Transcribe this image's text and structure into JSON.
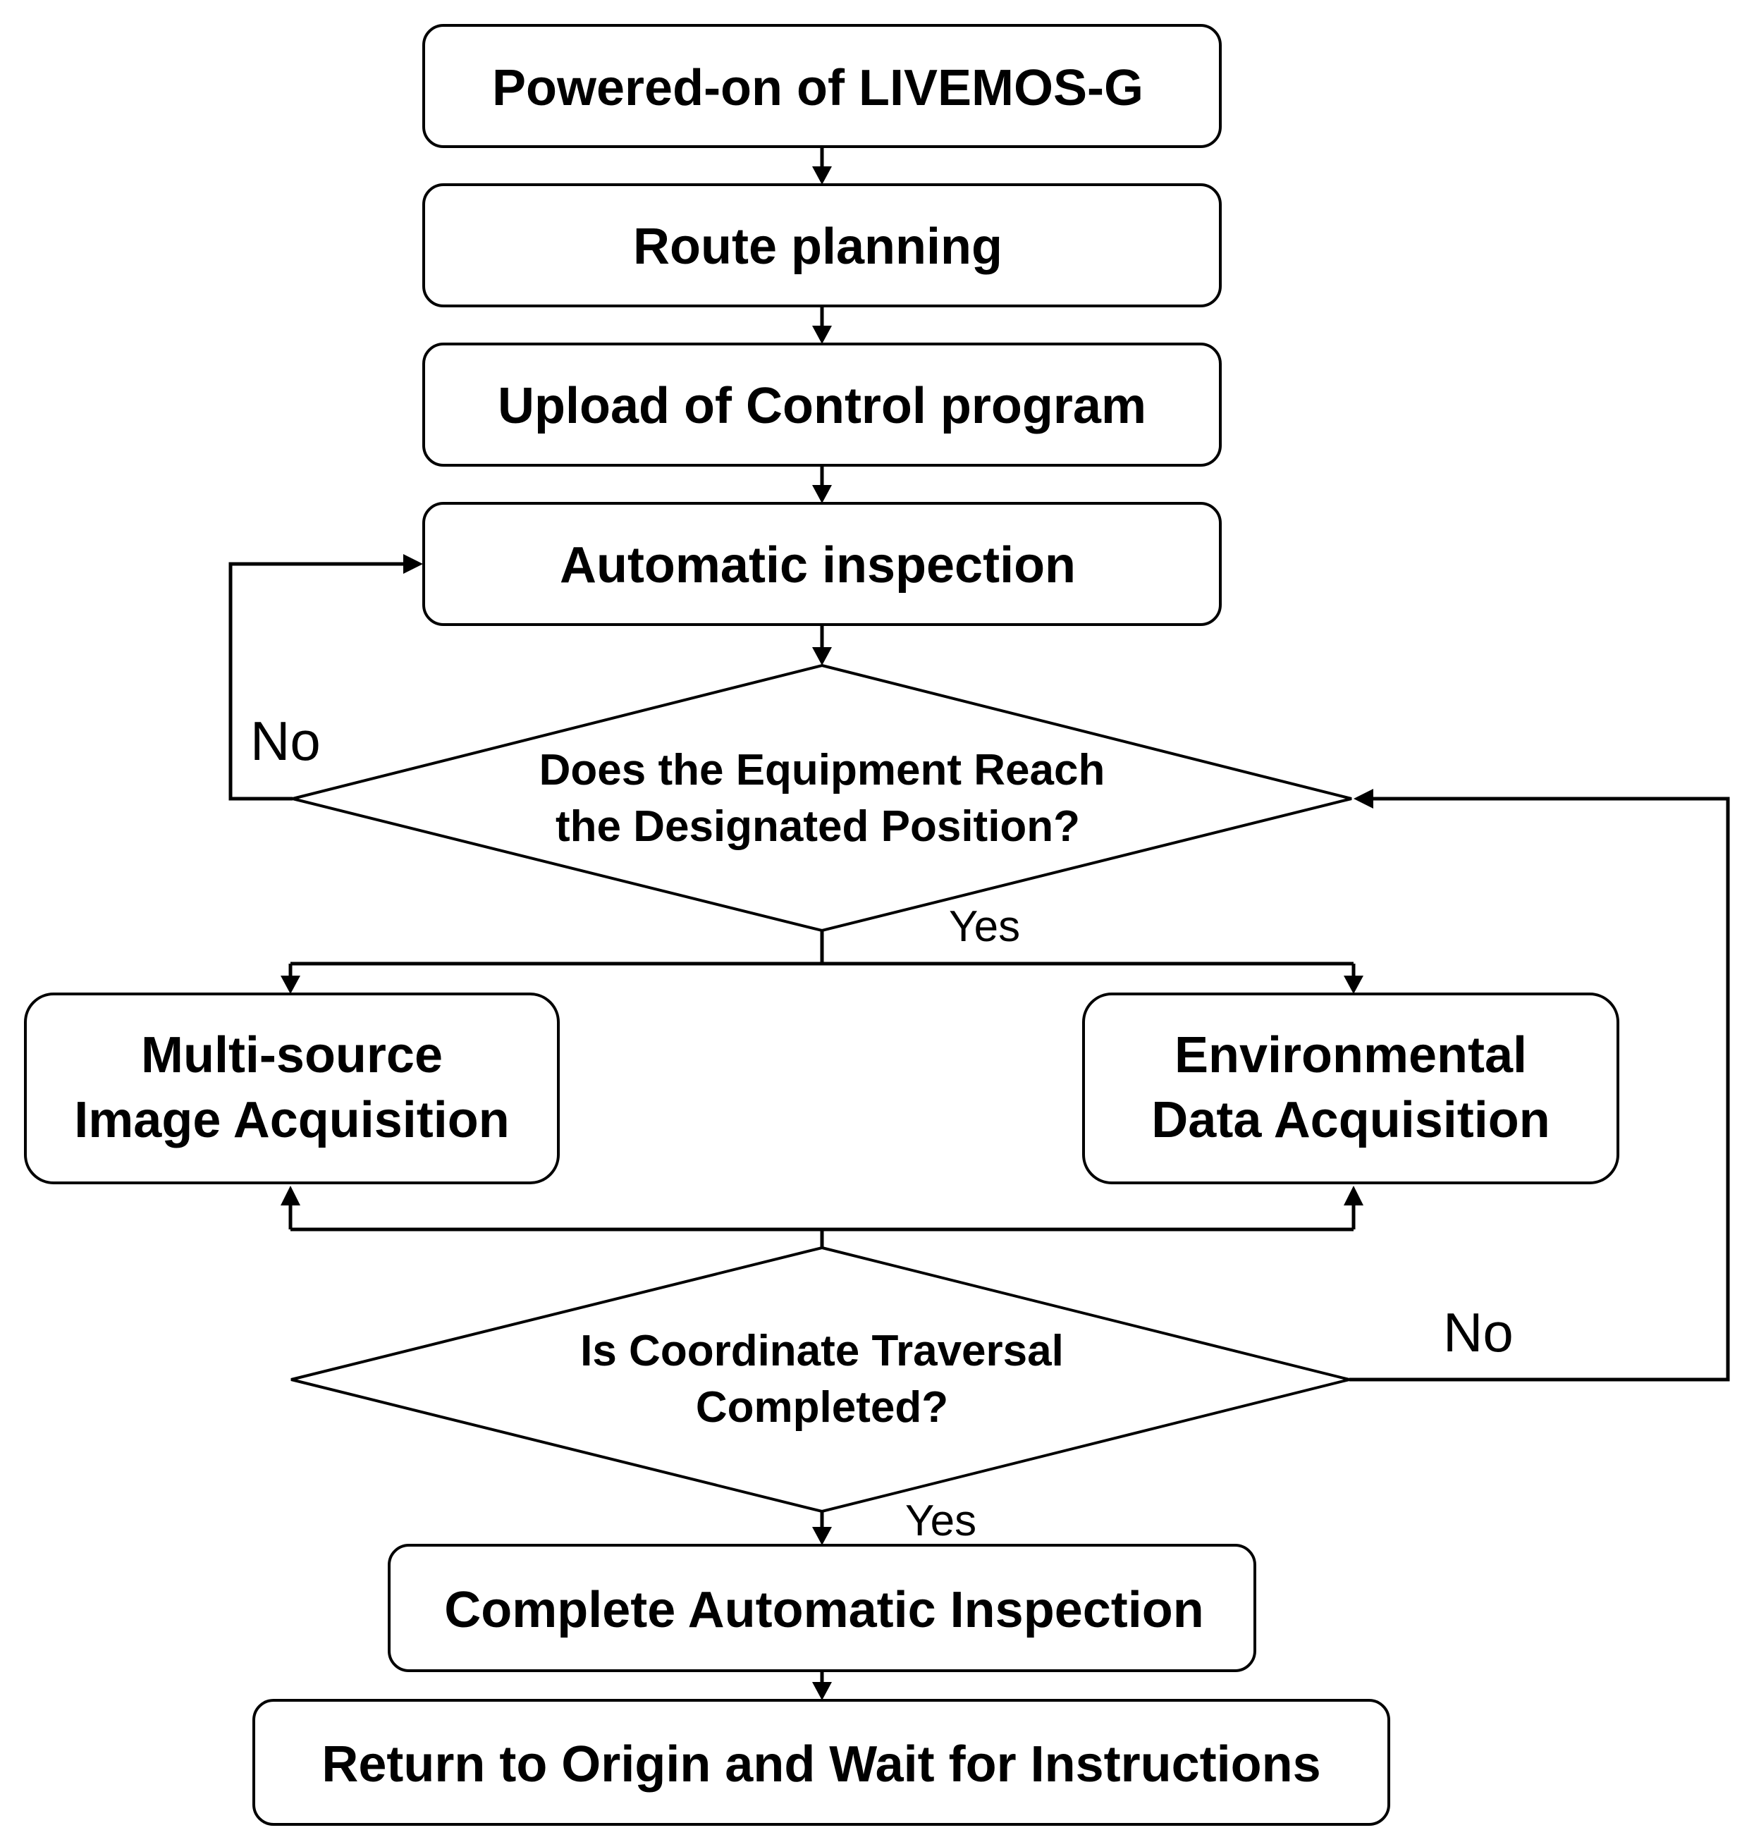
{
  "nodes": {
    "power_on": {
      "lines": [
        "Powered-on of LIVEMOS-G"
      ]
    },
    "route_planning": {
      "lines": [
        "Route planning"
      ]
    },
    "upload_program": {
      "lines": [
        "Upload of Control program"
      ]
    },
    "automatic_inspection": {
      "lines": [
        "Automatic inspection"
      ]
    },
    "decision_position": {
      "lines": [
        "Does the Equipment Reach",
        "the Designated Position?"
      ]
    },
    "image_acquisition": {
      "lines": [
        "Multi-source",
        "Image Acquisition"
      ]
    },
    "environmental_acquisition": {
      "lines": [
        "Environmental",
        "Data Acquisition"
      ]
    },
    "decision_traversal": {
      "lines": [
        "Is Coordinate Traversal",
        "Completed?"
      ]
    },
    "complete_inspection": {
      "lines": [
        "Complete Automatic Inspection"
      ]
    },
    "return_origin": {
      "lines": [
        "Return to Origin and Wait for Instructions"
      ]
    }
  },
  "edge_labels": {
    "position_no": "No",
    "position_yes": "Yes",
    "traversal_no": "No",
    "traversal_yes": "Yes"
  }
}
